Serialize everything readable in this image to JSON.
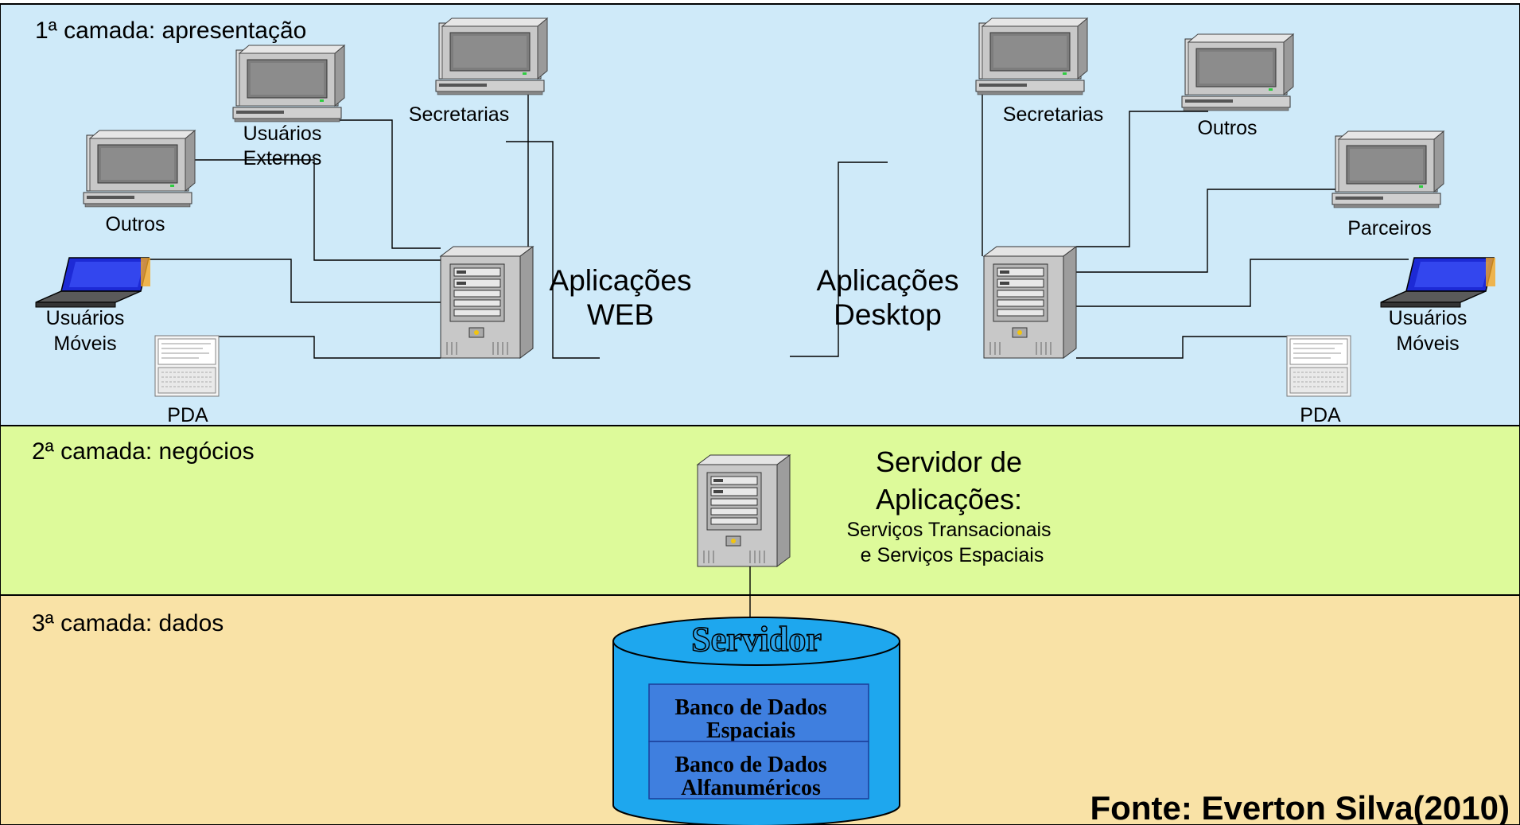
{
  "layers": {
    "presentation": "1ª camada: apresentação",
    "business": "2ª camada: negócios",
    "data": "3ª camada: dados"
  },
  "web_side": {
    "app_line1": "Aplicações",
    "app_line2": "WEB",
    "outros": "Outros",
    "usuarios_externos_1": "Usuários",
    "usuarios_externos_2": "Externos",
    "secretarias": "Secretarias",
    "usuarios_moveis_1": "Usuários",
    "usuarios_moveis_2": "Móveis",
    "pda": "PDA"
  },
  "desktop_side": {
    "app_line1": "Aplicações",
    "app_line2": "Desktop",
    "secretarias": "Secretarias",
    "outros": "Outros",
    "parceiros": "Parceiros",
    "usuarios_moveis_1": "Usuários",
    "usuarios_moveis_2": "Móveis",
    "pda": "PDA"
  },
  "app_server": {
    "title_line1": "Servidor de",
    "title_line2": "Aplicações:",
    "desc_line1": "Serviços Transacionais",
    "desc_line2": "e Serviços Espaciais"
  },
  "database": {
    "server_label": "Servidor",
    "spatial_line1": "Banco de Dados",
    "spatial_line2": "Espaciais",
    "alpha_line1": "Banco de Dados",
    "alpha_line2": "Alfanuméricos"
  },
  "source": "Fonte: Everton Silva(2010)",
  "colors": {
    "presentation_bg": "#cfeaf9",
    "business_bg": "#ddfa9a",
    "data_bg": "#f9e2a6",
    "cylinder": "#1ea7ee",
    "db_box": "#3f7fdf"
  }
}
